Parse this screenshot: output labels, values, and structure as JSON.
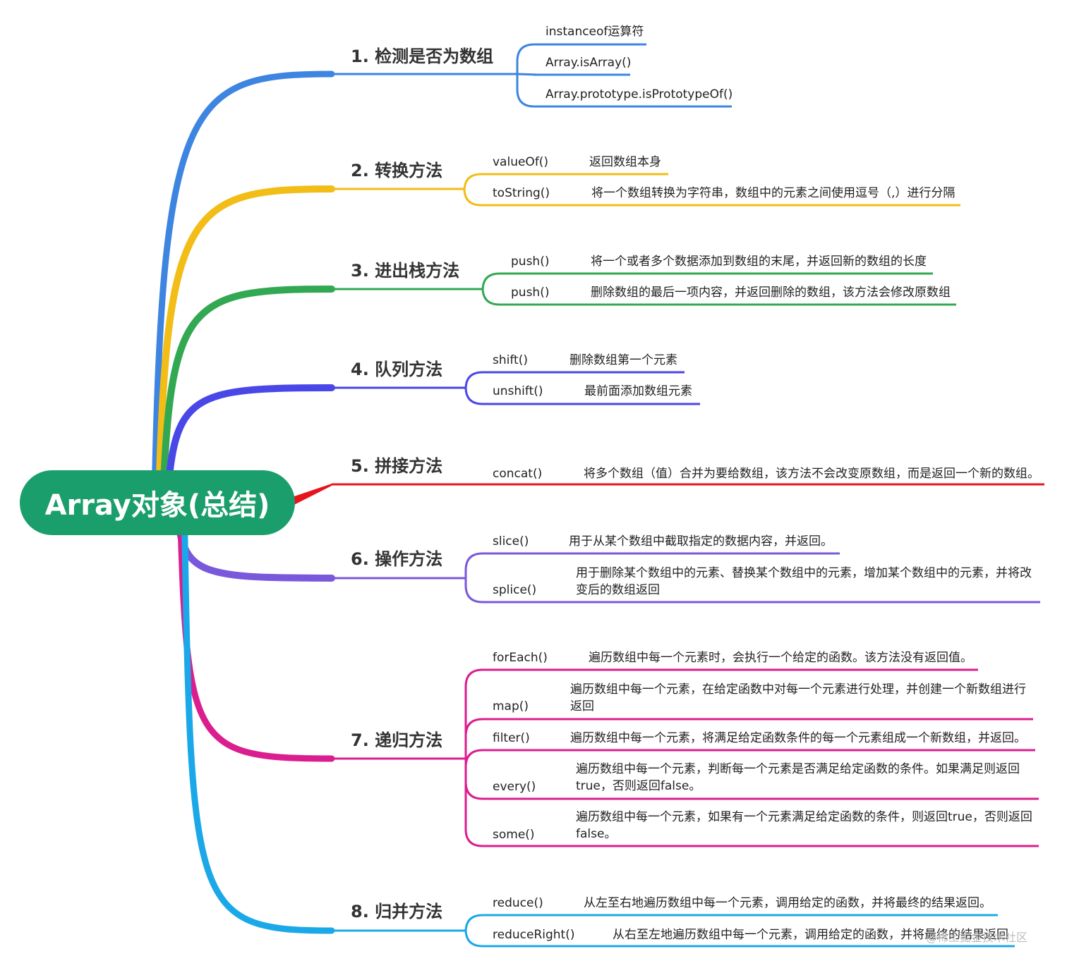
{
  "root": "Array对象(总结)",
  "branches": [
    {
      "title": "1. 检测是否为数组",
      "color": "#3d85e0",
      "items": [
        {
          "name": "instanceof运算符",
          "desc": ""
        },
        {
          "name": "Array.isArray()",
          "desc": ""
        },
        {
          "name": "Array.prototype.isPrototypeOf()",
          "desc": ""
        }
      ]
    },
    {
      "title": "2. 转换方法",
      "color": "#f2bd16",
      "items": [
        {
          "name": "valueOf()",
          "desc": "返回数组本身"
        },
        {
          "name": "toString()",
          "desc": "将一个数组转换为字符串，数组中的元素之间使用逗号（,）进行分隔"
        }
      ]
    },
    {
      "title": "3. 进出栈方法",
      "color": "#33a852",
      "items": [
        {
          "name": "push()",
          "desc": "将一个或者多个数据添加到数组的末尾，并返回新的数组的长度"
        },
        {
          "name": "push()",
          "desc": "删除数组的最后一项内容，并返回删除的数组，该方法会修改原数组"
        }
      ]
    },
    {
      "title": "4. 队列方法",
      "color": "#4a47e8",
      "items": [
        {
          "name": "shift()",
          "desc": "删除数组第一个元素"
        },
        {
          "name": "unshift()",
          "desc": "最前面添加数组元素"
        }
      ]
    },
    {
      "title": "5. 拼接方法",
      "color": "#e8141c",
      "items": [
        {
          "name": "concat()",
          "desc": "将多个数组（值）合并为要给数组，该方法不会改变原数组，而是返回一个新的数组。"
        }
      ]
    },
    {
      "title": "6. 操作方法",
      "color": "#7a58db",
      "items": [
        {
          "name": "slice()",
          "desc": "用于从某个数组中截取指定的数据内容，并返回。"
        },
        {
          "name": "splice()",
          "desc": "用于删除某个数组中的元素、替换某个数组中的元素，增加某个数组中的元素，并将改变后的数组返回"
        }
      ]
    },
    {
      "title": "7. 递归方法",
      "color": "#db1e8f",
      "items": [
        {
          "name": "forEach()",
          "desc": "遍历数组中每一个元素时，会执行一个给定的函数。该方法没有返回值。"
        },
        {
          "name": "map()",
          "desc": "遍历数组中每一个元素，在给定函数中对每一个元素进行处理，并创建一个新数组进行返回"
        },
        {
          "name": "filter()",
          "desc": "遍历数组中每一个元素，将满足给定函数条件的每一个元素组成一个新数组，并返回。"
        },
        {
          "name": "every()",
          "desc": "遍历数组中每一个元素，判断每一个元素是否满足给定函数的条件。如果满足则返回true，否则返回false。"
        },
        {
          "name": "some()",
          "desc": "遍历数组中每一个元素，如果有一个元素满足给定函数的条件，则返回true，否则返回false。"
        }
      ]
    },
    {
      "title": "8. 归并方法",
      "color": "#1ba8e8",
      "items": [
        {
          "name": "reduce()",
          "desc": "从左至右地遍历数组中每一个元素，调用给定的函数，并将最终的结果返回。"
        },
        {
          "name": "reduceRight()",
          "desc": "从右至左地遍历数组中每一个元素，调用给定的函数，并将最终的结果返回"
        }
      ]
    }
  ],
  "watermark": "@稀土掘金技术社区"
}
